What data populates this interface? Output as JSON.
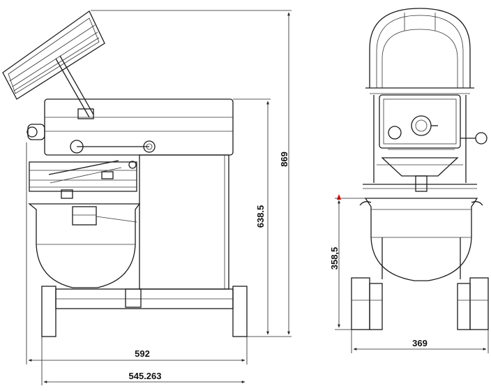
{
  "side_view": {
    "total_height": "869",
    "body_height": "638.5",
    "overall_width": "592",
    "base_width": "545.263"
  },
  "front_view": {
    "bowl_rim_height": "358,5",
    "base_width": "369"
  },
  "colors": {
    "line": "#1a1a1a",
    "background": "#ffffff",
    "marker": "#cc0000"
  }
}
